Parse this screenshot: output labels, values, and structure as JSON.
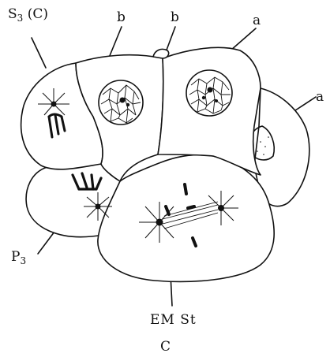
{
  "labels": {
    "s3": "S",
    "s3_sub": "3",
    "s3_paren": "(C)",
    "b_left": "b",
    "b_right": "b",
    "a_top": "a",
    "a_right": "a",
    "p3": "P",
    "p3_sub": "3",
    "ems": "EM St",
    "caption": "C"
  }
}
